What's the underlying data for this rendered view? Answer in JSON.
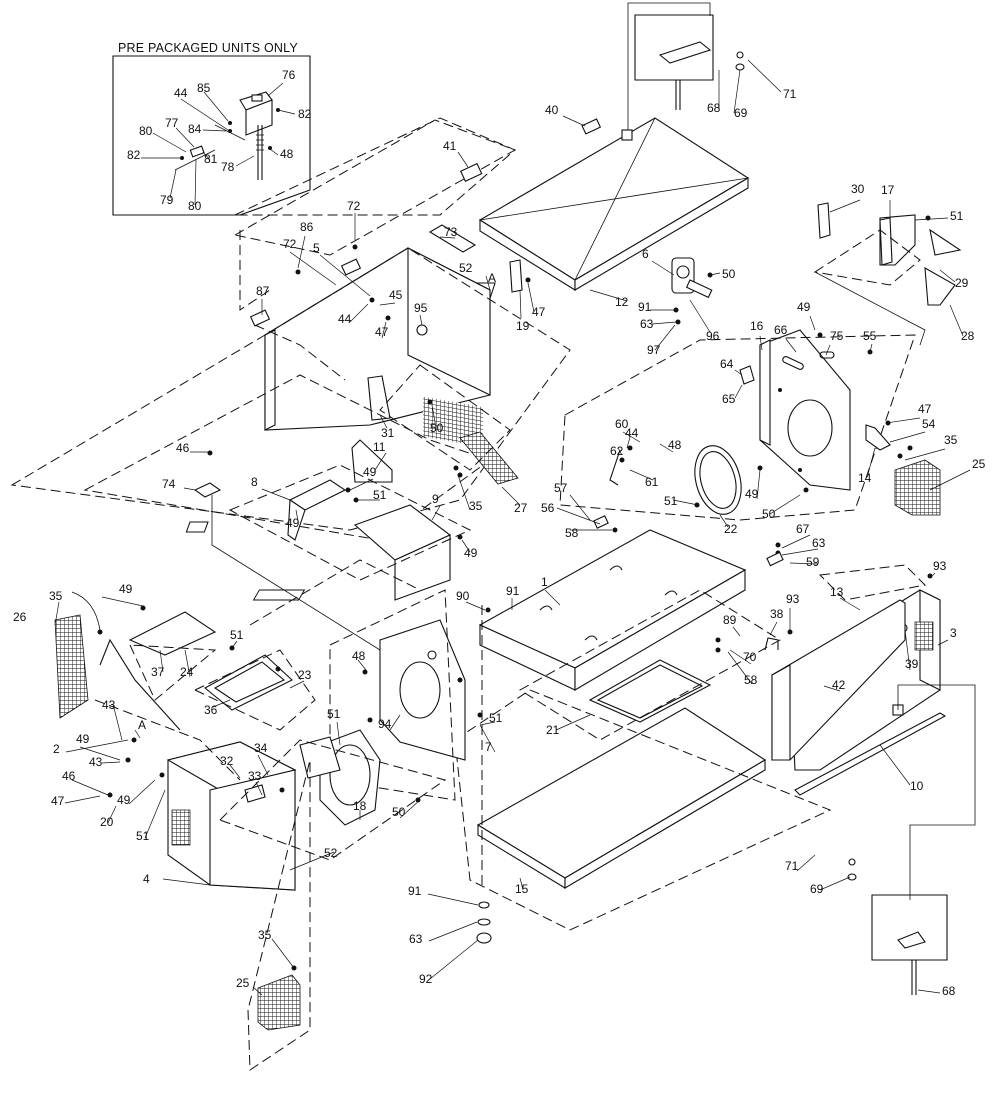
{
  "inset": {
    "title": "PRE PACKAGED UNITS ONLY"
  },
  "callouts": [
    {
      "id": "c76",
      "text": "76"
    },
    {
      "id": "c85",
      "text": "85"
    },
    {
      "id": "c44a",
      "text": "44"
    },
    {
      "id": "c82a",
      "text": "82"
    },
    {
      "id": "c84",
      "text": "84"
    },
    {
      "id": "c80a",
      "text": "80"
    },
    {
      "id": "c77",
      "text": "77"
    },
    {
      "id": "c78",
      "text": "78"
    },
    {
      "id": "c48a",
      "text": "48"
    },
    {
      "id": "c82b",
      "text": "82"
    },
    {
      "id": "c81",
      "text": "81"
    },
    {
      "id": "c79",
      "text": "79"
    },
    {
      "id": "c80b",
      "text": "80"
    },
    {
      "id": "c40",
      "text": "40"
    },
    {
      "id": "c41",
      "text": "41"
    },
    {
      "id": "c68a",
      "text": "68"
    },
    {
      "id": "c69a",
      "text": "69"
    },
    {
      "id": "c71a",
      "text": "71"
    },
    {
      "id": "c72a",
      "text": "72"
    },
    {
      "id": "c73",
      "text": "73"
    },
    {
      "id": "c86",
      "text": "86"
    },
    {
      "id": "c72b",
      "text": "72"
    },
    {
      "id": "c5",
      "text": "5"
    },
    {
      "id": "c52a",
      "text": "52"
    },
    {
      "id": "cAa",
      "text": "A"
    },
    {
      "id": "c45",
      "text": "45"
    },
    {
      "id": "c44b",
      "text": "44"
    },
    {
      "id": "c47a",
      "text": "47"
    },
    {
      "id": "c87",
      "text": "87"
    },
    {
      "id": "c95",
      "text": "95"
    },
    {
      "id": "c19",
      "text": "19"
    },
    {
      "id": "c47b",
      "text": "47"
    },
    {
      "id": "c6",
      "text": "6"
    },
    {
      "id": "c12",
      "text": "12"
    },
    {
      "id": "c50a",
      "text": "50"
    },
    {
      "id": "c91a",
      "text": "91"
    },
    {
      "id": "c63a",
      "text": "63"
    },
    {
      "id": "c96",
      "text": "96"
    },
    {
      "id": "c97",
      "text": "97"
    },
    {
      "id": "c30",
      "text": "30"
    },
    {
      "id": "c17",
      "text": "17"
    },
    {
      "id": "c51a",
      "text": "51"
    },
    {
      "id": "c29",
      "text": "29"
    },
    {
      "id": "c28",
      "text": "28"
    },
    {
      "id": "c49a",
      "text": "49"
    },
    {
      "id": "c66",
      "text": "66"
    },
    {
      "id": "c75",
      "text": "75"
    },
    {
      "id": "c55",
      "text": "55"
    },
    {
      "id": "c16",
      "text": "16"
    },
    {
      "id": "c64",
      "text": "64"
    },
    {
      "id": "c65",
      "text": "65"
    },
    {
      "id": "c31",
      "text": "31"
    },
    {
      "id": "c50b",
      "text": "50"
    },
    {
      "id": "c11",
      "text": "11"
    },
    {
      "id": "c60",
      "text": "60"
    },
    {
      "id": "c44c",
      "text": "44"
    },
    {
      "id": "c62",
      "text": "62"
    },
    {
      "id": "c48b",
      "text": "48"
    },
    {
      "id": "c61",
      "text": "61"
    },
    {
      "id": "c47c",
      "text": "47"
    },
    {
      "id": "c54",
      "text": "54"
    },
    {
      "id": "c35a",
      "text": "35"
    },
    {
      "id": "c14",
      "text": "14"
    },
    {
      "id": "c25a",
      "text": "25"
    },
    {
      "id": "c46a",
      "text": "46"
    },
    {
      "id": "c74",
      "text": "74"
    },
    {
      "id": "c8",
      "text": "8"
    },
    {
      "id": "c49b",
      "text": "49"
    },
    {
      "id": "c51b",
      "text": "51"
    },
    {
      "id": "c49c",
      "text": "49"
    },
    {
      "id": "c9",
      "text": "9"
    },
    {
      "id": "c49d",
      "text": "49"
    },
    {
      "id": "c35b",
      "text": "35"
    },
    {
      "id": "c27",
      "text": "27"
    },
    {
      "id": "c22",
      "text": "22"
    },
    {
      "id": "c49e",
      "text": "49"
    },
    {
      "id": "c50c",
      "text": "50"
    },
    {
      "id": "c51c",
      "text": "51"
    },
    {
      "id": "c57",
      "text": "57"
    },
    {
      "id": "c56",
      "text": "56"
    },
    {
      "id": "c58a",
      "text": "58"
    },
    {
      "id": "c67",
      "text": "67"
    },
    {
      "id": "c63b",
      "text": "63"
    },
    {
      "id": "c59",
      "text": "59"
    },
    {
      "id": "c93a",
      "text": "93"
    },
    {
      "id": "c35c",
      "text": "35"
    },
    {
      "id": "c26",
      "text": "26"
    },
    {
      "id": "c49f",
      "text": "49"
    },
    {
      "id": "c51d",
      "text": "51"
    },
    {
      "id": "c37",
      "text": "37"
    },
    {
      "id": "c24",
      "text": "24"
    },
    {
      "id": "c23",
      "text": "23"
    },
    {
      "id": "c36",
      "text": "36"
    },
    {
      "id": "c90",
      "text": "90"
    },
    {
      "id": "c91b",
      "text": "91"
    },
    {
      "id": "c1",
      "text": "1"
    },
    {
      "id": "c48c",
      "text": "48"
    },
    {
      "id": "c89",
      "text": "89"
    },
    {
      "id": "c38",
      "text": "38"
    },
    {
      "id": "c93b",
      "text": "93"
    },
    {
      "id": "c13",
      "text": "13"
    },
    {
      "id": "c3",
      "text": "3"
    },
    {
      "id": "c70",
      "text": "70"
    },
    {
      "id": "c58b",
      "text": "58"
    },
    {
      "id": "c39",
      "text": "39"
    },
    {
      "id": "c42",
      "text": "42"
    },
    {
      "id": "c21",
      "text": "21"
    },
    {
      "id": "c43a",
      "text": "43"
    },
    {
      "id": "cAb",
      "text": "A"
    },
    {
      "id": "c2",
      "text": "2"
    },
    {
      "id": "c49g",
      "text": "49"
    },
    {
      "id": "c43b",
      "text": "43"
    },
    {
      "id": "c46b",
      "text": "46"
    },
    {
      "id": "c47d",
      "text": "47"
    },
    {
      "id": "c20",
      "text": "20"
    },
    {
      "id": "c49h",
      "text": "49"
    },
    {
      "id": "c51e",
      "text": "51"
    },
    {
      "id": "c32",
      "text": "32"
    },
    {
      "id": "c34",
      "text": "34"
    },
    {
      "id": "c33",
      "text": "33"
    },
    {
      "id": "c51f",
      "text": "51"
    },
    {
      "id": "c94",
      "text": "94"
    },
    {
      "id": "c51g",
      "text": "51"
    },
    {
      "id": "c7",
      "text": "7"
    },
    {
      "id": "c18",
      "text": "18"
    },
    {
      "id": "c52b",
      "text": "52"
    },
    {
      "id": "c50d",
      "text": "50"
    },
    {
      "id": "c4",
      "text": "4"
    },
    {
      "id": "c10",
      "text": "10"
    },
    {
      "id": "c15",
      "text": "15"
    },
    {
      "id": "c71b",
      "text": "71"
    },
    {
      "id": "c69b",
      "text": "69"
    },
    {
      "id": "c91c",
      "text": "91"
    },
    {
      "id": "c63c",
      "text": "63"
    },
    {
      "id": "c92",
      "text": "92"
    },
    {
      "id": "c35d",
      "text": "35"
    },
    {
      "id": "c25b",
      "text": "25"
    },
    {
      "id": "c68b",
      "text": "68"
    }
  ]
}
